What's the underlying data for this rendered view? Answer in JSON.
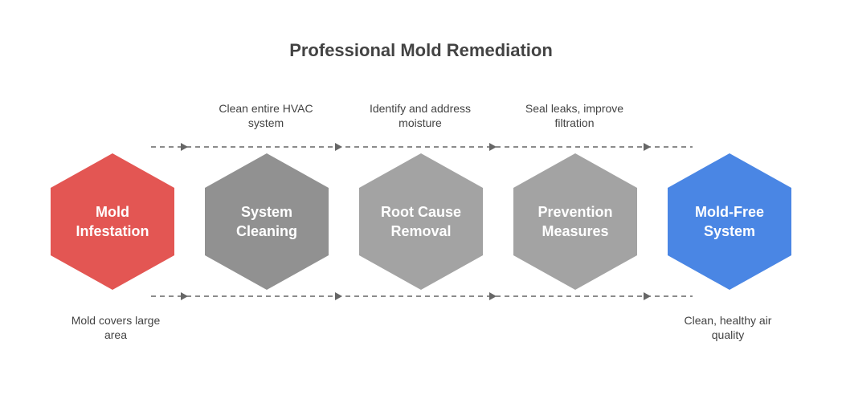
{
  "title": "Professional Mold Remediation",
  "colors": {
    "start": "#E35653",
    "step1": "#919191",
    "step2": "#A3A3A3",
    "step3": "#A3A3A3",
    "end": "#4A86E4",
    "connector": "#666666",
    "text": "#434343"
  },
  "stages": [
    {
      "id": "mold-infestation",
      "label_line1": "Mold",
      "label_line2": "Infestation",
      "description": "Mold covers large area",
      "description_line1": "Mold covers large",
      "description_line2": "area",
      "description_position": "bottom"
    },
    {
      "id": "system-cleaning",
      "label_line1": "System",
      "label_line2": "Cleaning",
      "description": "Clean entire HVAC system",
      "description_line1": "Clean entire HVAC",
      "description_line2": "system",
      "description_position": "top"
    },
    {
      "id": "root-cause-removal",
      "label_line1": "Root Cause",
      "label_line2": "Removal",
      "description": "Identify and address moisture",
      "description_line1": "Identify and address",
      "description_line2": "moisture",
      "description_position": "top"
    },
    {
      "id": "prevention-measures",
      "label_line1": "Prevention",
      "label_line2": "Measures",
      "description": "Seal leaks, improve filtration",
      "description_line1": "Seal leaks, improve",
      "description_line2": "filtration",
      "description_position": "top"
    },
    {
      "id": "mold-free-system",
      "label_line1": "Mold-Free",
      "label_line2": "System",
      "description": "Clean, healthy air quality",
      "description_line1": "Clean, healthy air",
      "description_line2": "quality",
      "description_position": "bottom"
    }
  ]
}
